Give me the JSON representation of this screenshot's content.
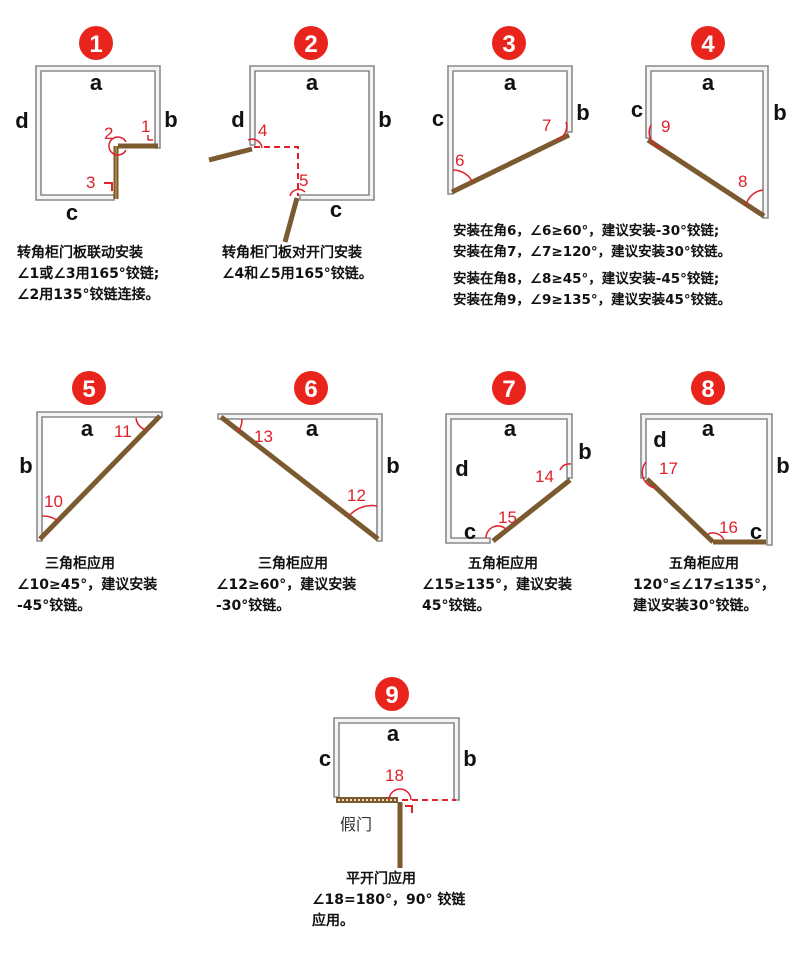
{
  "colors": {
    "badge": "#e8241c",
    "angle_mark": "#e0202a",
    "door": "#7a5a2e",
    "cabinet": "#9a9a9a",
    "dash": "#e0202a"
  },
  "panels": [
    {
      "badge": "1",
      "labels": {
        "a": "a",
        "b": "b",
        "c": "c",
        "d": "d"
      },
      "angles": [
        "1",
        "2",
        "3"
      ],
      "caption": [
        "转角柜门板联动安装",
        "∠1或∠3用165°铰链;",
        "∠2用135°铰链连接。"
      ]
    },
    {
      "badge": "2",
      "labels": {
        "a": "a",
        "b": "b",
        "c": "c",
        "d": "d"
      },
      "angles": [
        "4",
        "5"
      ],
      "caption": [
        "转角柜门板对开门安装",
        "∠4和∠5用165°铰链。"
      ]
    },
    {
      "badge": "3",
      "labels": {
        "a": "a",
        "b": "b",
        "c": "c"
      },
      "angles": [
        "6",
        "7"
      ]
    },
    {
      "badge": "4",
      "labels": {
        "a": "a",
        "b": "b",
        "c": "c"
      },
      "angles": [
        "9",
        "8"
      ]
    },
    {
      "badge": "5",
      "labels": {
        "a": "a",
        "b": "b"
      },
      "angles": [
        "11",
        "10"
      ],
      "caption": [
        "三角柜应用",
        "∠10≥45°，建议安装",
        "-45°铰链。"
      ]
    },
    {
      "badge": "6",
      "labels": {
        "a": "a",
        "b": "b"
      },
      "angles": [
        "13",
        "12"
      ],
      "caption": [
        "三角柜应用",
        "∠12≥60°，建议安装",
        "-30°铰链。"
      ]
    },
    {
      "badge": "7",
      "labels": {
        "a": "a",
        "b": "b",
        "c": "c",
        "d": "d"
      },
      "angles": [
        "14",
        "15"
      ],
      "caption": [
        "五角柜应用",
        "∠15≥135°，建议安装",
        "45°铰链。"
      ]
    },
    {
      "badge": "8",
      "labels": {
        "a": "a",
        "b": "b",
        "c": "c",
        "d": "d"
      },
      "angles": [
        "17",
        "16"
      ],
      "caption": [
        "五角柜应用",
        "120°≤∠17≤135°，",
        "建议安装30°铰链。"
      ]
    },
    {
      "badge": "9",
      "labels": {
        "a": "a",
        "b": "b",
        "c": "c"
      },
      "angles": [
        "18"
      ],
      "fake_door": "假门",
      "caption": [
        "平开门应用",
        "∠18=180°，90° 铰链",
        "应用。"
      ]
    }
  ],
  "caption_34": [
    "安装在角6，∠6≥60°，建议安装-30°铰链;",
    "安装在角7，∠7≥120°，建议安装30°铰链。",
    "安装在角8，∠8≥45°，建议安装-45°铰链;",
    "安装在角9，∠9≥135°，建议安装45°铰链。"
  ]
}
